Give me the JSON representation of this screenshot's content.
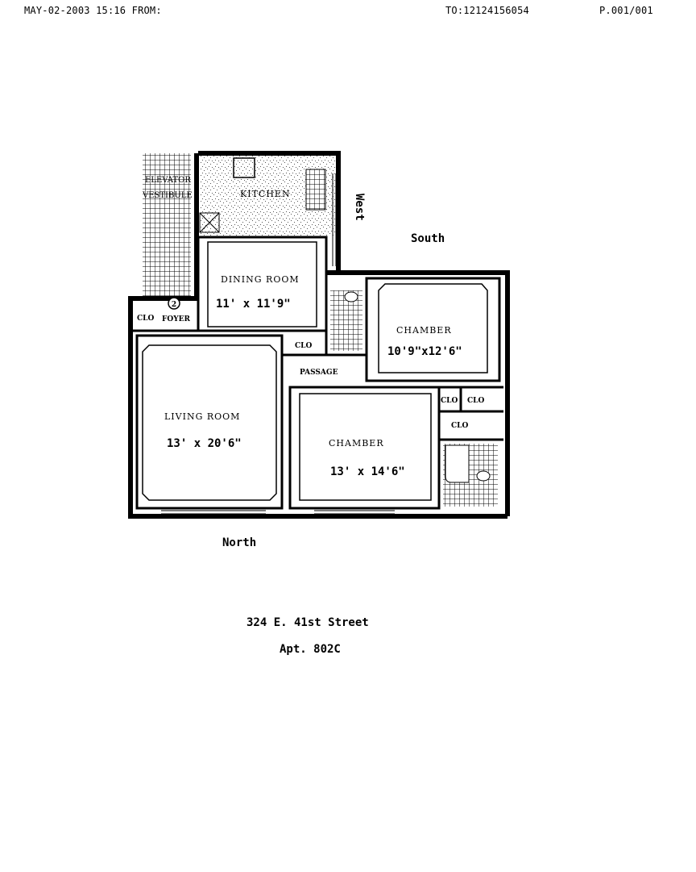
{
  "fax_header": {
    "left": "MAY-02-2003 15:16 FROM:",
    "middle": "TO:12124156054",
    "right": "P.001/001"
  },
  "compass": {
    "west": "West",
    "south": "South",
    "north": "North"
  },
  "rooms": {
    "elevator_vestibule": [
      "ELEVATOR",
      "VESTIBULE"
    ],
    "kitchen": "KITCHEN",
    "dining_room": {
      "name": "DINING ROOM",
      "size": "11' x 11'9\""
    },
    "chamber_south": {
      "name": "CHAMBER",
      "size": "10'9\"x12'6\""
    },
    "living_room": {
      "name": "LIVING ROOM",
      "size": "13' x 20'6\""
    },
    "chamber_north": {
      "name": "CHAMBER",
      "size": "13' x 14'6\""
    },
    "foyer": "FOYER",
    "passage": "PASSAGE",
    "closet": "CLO",
    "unit_marker": "2"
  },
  "address": {
    "street": "324 E. 41st Street",
    "apt": "Apt. 802C"
  }
}
